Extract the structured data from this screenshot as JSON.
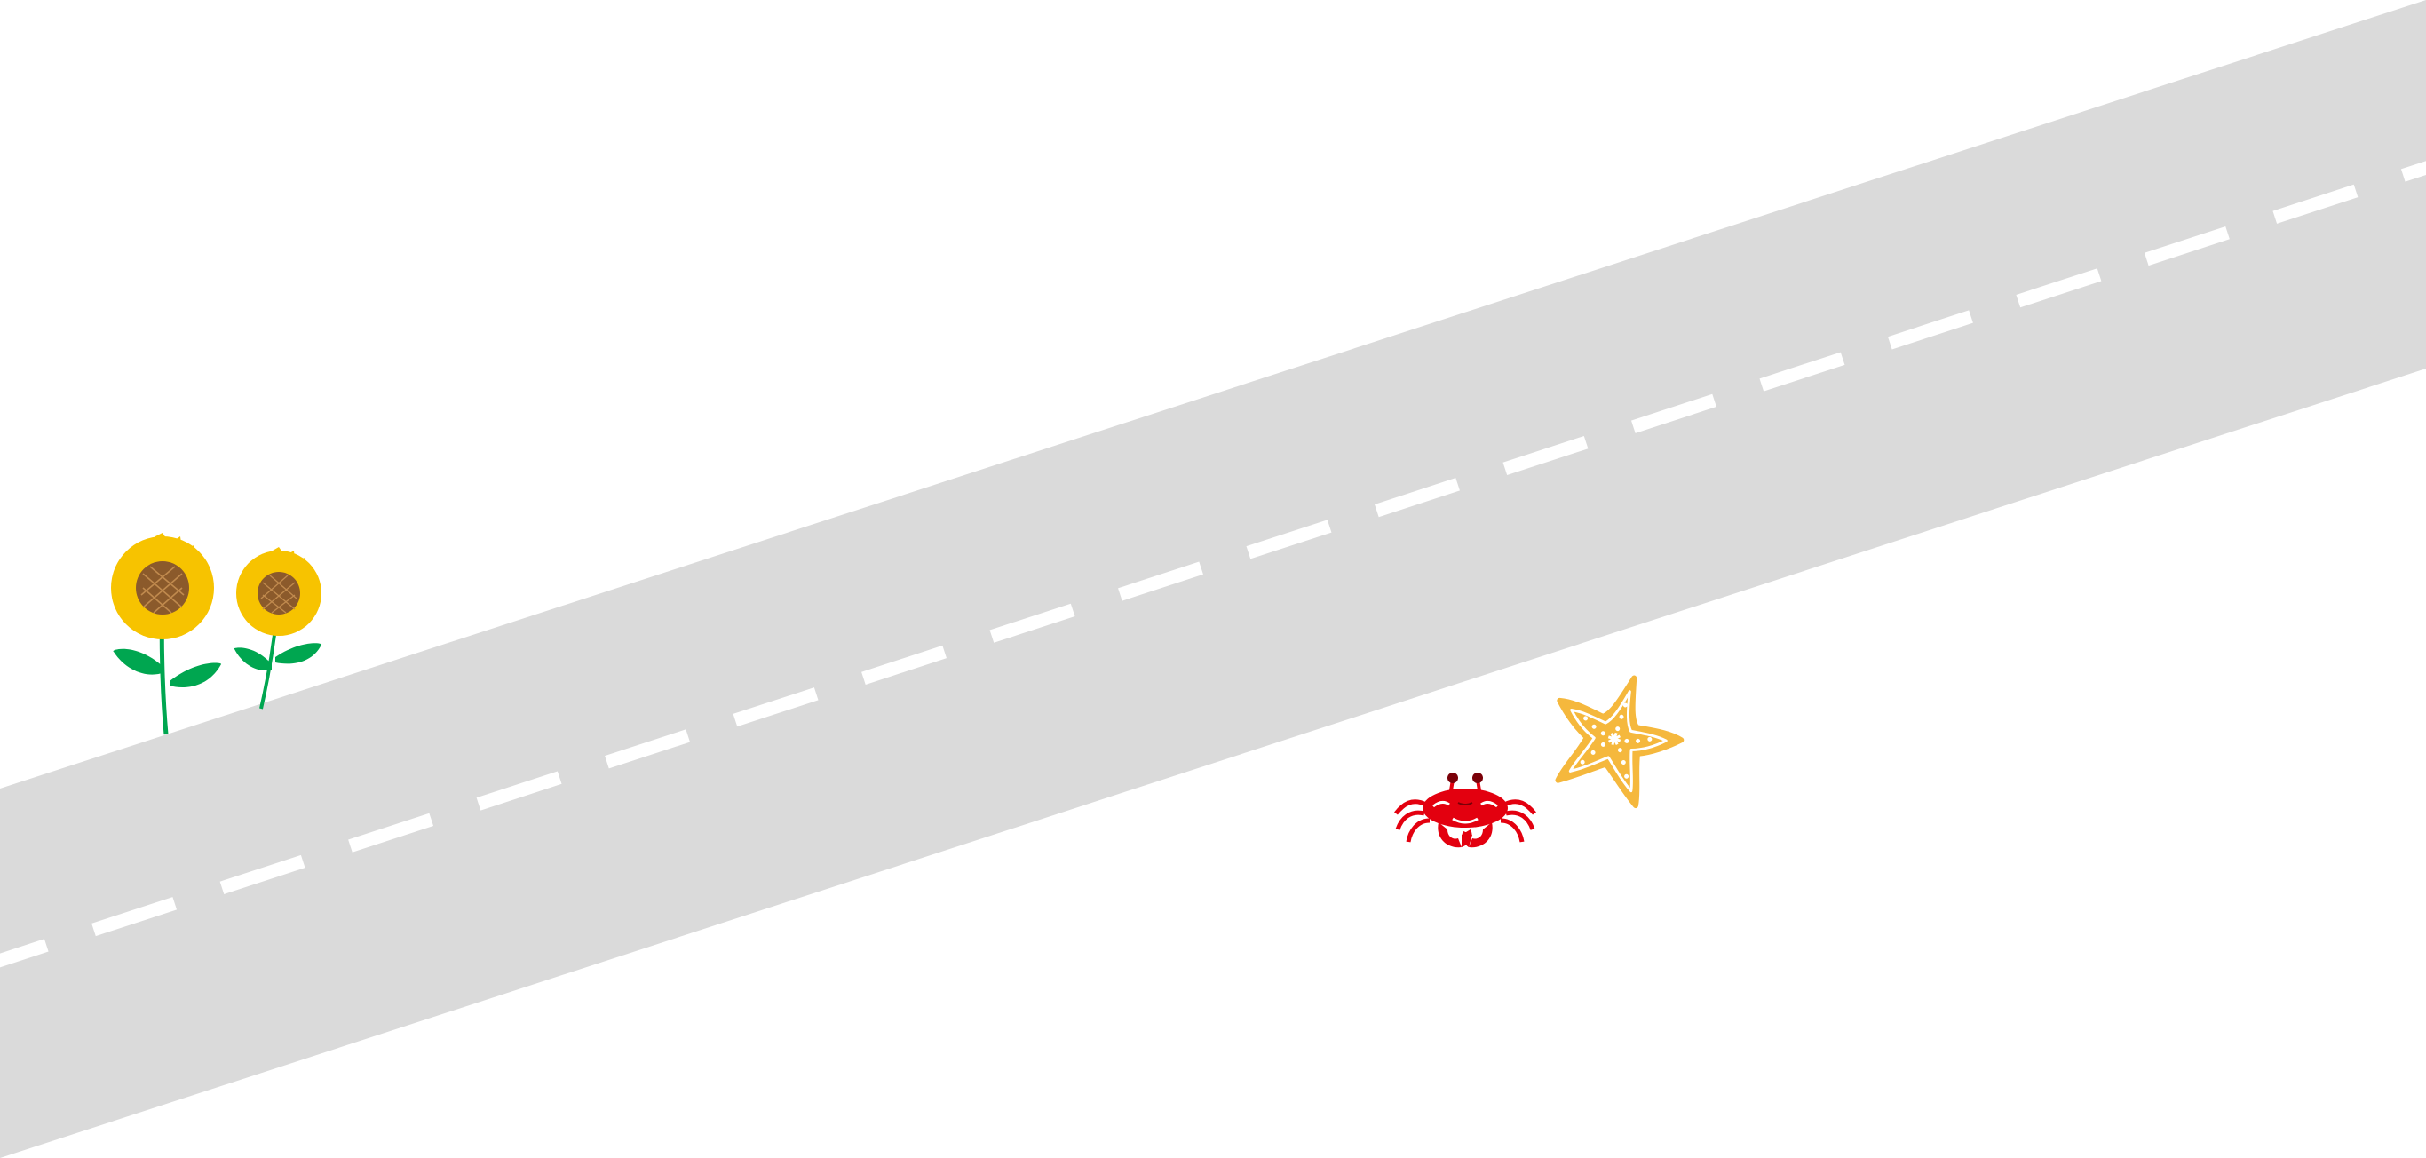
{
  "scene": {
    "background_color": "#ffffff",
    "road": {
      "surface_color": "#dadada",
      "lane_marking_color": "#ffffff",
      "lane_marking_style": "dashed"
    },
    "items": [
      {
        "id": "sunflower-large",
        "icon": "sunflower-icon",
        "petal_color": "#f7c300",
        "center_color": "#8b5a2b",
        "stem_color": "#00a650"
      },
      {
        "id": "sunflower-small",
        "icon": "sunflower-icon",
        "petal_color": "#f7c300",
        "center_color": "#8b5a2b",
        "stem_color": "#00a650"
      },
      {
        "id": "crab",
        "icon": "crab-icon",
        "color": "#e3000f"
      },
      {
        "id": "starfish",
        "icon": "starfish-icon",
        "color": "#f5b83d"
      }
    ]
  }
}
